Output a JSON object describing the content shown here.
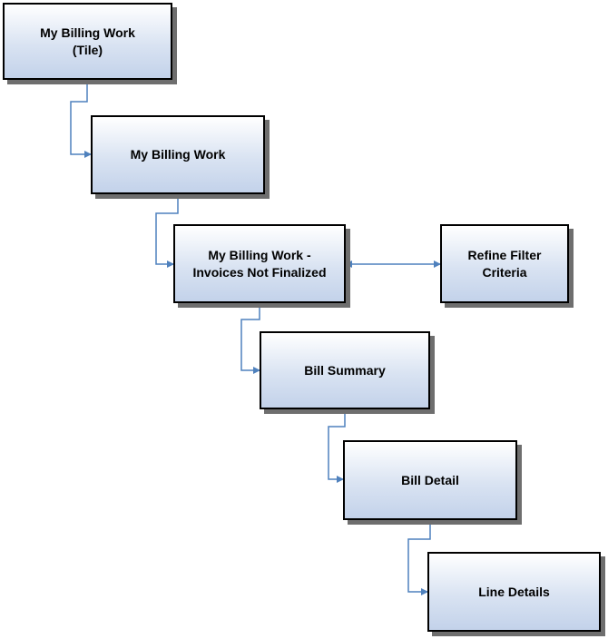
{
  "diagram": {
    "nodes": [
      {
        "id": "my-billing-work-tile",
        "label": "My Billing Work\n(Tile)"
      },
      {
        "id": "my-billing-work",
        "label": "My Billing Work"
      },
      {
        "id": "invoices-not-finalized",
        "label": "My Billing Work -\nInvoices Not Finalized"
      },
      {
        "id": "refine-filter-criteria",
        "label": "Refine Filter\nCriteria"
      },
      {
        "id": "bill-summary",
        "label": "Bill Summary"
      },
      {
        "id": "bill-detail",
        "label": "Bill Detail"
      },
      {
        "id": "line-details",
        "label": "Line Details"
      }
    ],
    "edges": [
      {
        "from": "my-billing-work-tile",
        "to": "my-billing-work",
        "style": "elbow"
      },
      {
        "from": "my-billing-work",
        "to": "invoices-not-finalized",
        "style": "elbow"
      },
      {
        "from": "invoices-not-finalized",
        "to": "refine-filter-criteria",
        "style": "bidirectional"
      },
      {
        "from": "invoices-not-finalized",
        "to": "bill-summary",
        "style": "elbow"
      },
      {
        "from": "bill-summary",
        "to": "bill-detail",
        "style": "elbow"
      },
      {
        "from": "bill-detail",
        "to": "line-details",
        "style": "elbow"
      }
    ],
    "colors": {
      "node_fill_top": "#ffffff",
      "node_fill_bottom": "#c3d2ea",
      "node_border": "#000000",
      "node_shadow": "#6e6e6e",
      "connector": "#4f81bd"
    }
  }
}
